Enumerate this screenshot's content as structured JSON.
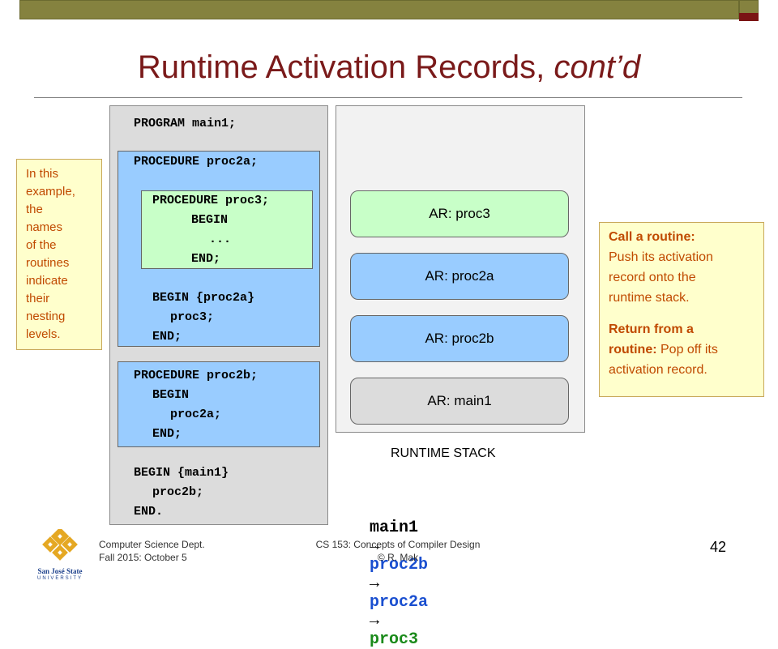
{
  "slide": {
    "title_main": "Runtime Activation Records,",
    "title_em": "cont’d",
    "page_number": "42"
  },
  "code": {
    "program": "PROGRAM main1;",
    "proc2a_decl": "PROCEDURE proc2a;",
    "proc3_decl": "PROCEDURE proc3;",
    "proc3_begin": "BEGIN",
    "proc3_dots": "...",
    "proc3_end": "END;",
    "proc2a_begin": "BEGIN {proc2a}",
    "proc2a_call": "proc3;",
    "proc2a_end": "END;",
    "proc2b_decl": "PROCEDURE proc2b;",
    "proc2b_begin": "BEGIN",
    "proc2b_call": "proc2a;",
    "proc2b_end": "END;",
    "main_begin": "BEGIN {main1}",
    "main_call": "proc2b;",
    "main_end": "END."
  },
  "note_left": [
    "In this",
    "example,",
    "the",
    "names",
    "of the",
    "routines",
    "indicate",
    "their",
    "nesting",
    "levels."
  ],
  "note_right": {
    "call_heading": "Call a routine:",
    "call_text": [
      "Push its activation",
      "record onto the",
      "runtime stack."
    ],
    "return_heading_1": "Return from a",
    "return_heading_2": "routine:",
    "return_text_1": " Pop off its",
    "return_text_2": "activation record."
  },
  "stack": {
    "label": "RUNTIME STACK",
    "records": [
      "AR: proc3",
      "AR: proc2a",
      "AR: proc2b",
      "AR: main1"
    ]
  },
  "chain": {
    "items": [
      "main1",
      "proc2b",
      "proc2a",
      "proc3"
    ],
    "colors": [
      "#000000",
      "#1a4fd0",
      "#1a4fd0",
      "#1a8a1a"
    ],
    "arrow": "→"
  },
  "footer": {
    "dept": "Computer Science Dept.",
    "term": "Fall 2015: October 5",
    "course": "CS 153: Concepts of Compiler Design",
    "author": "© R. Mak",
    "logo_text_1": "San José State",
    "logo_text_2": "UNIVERSITY"
  },
  "colors": {
    "title": "#7a1a1a",
    "bar": "#85823f",
    "note_text": "#c04a00",
    "proc_blue": "#99ccff",
    "proc_green": "#c8ffc8"
  }
}
